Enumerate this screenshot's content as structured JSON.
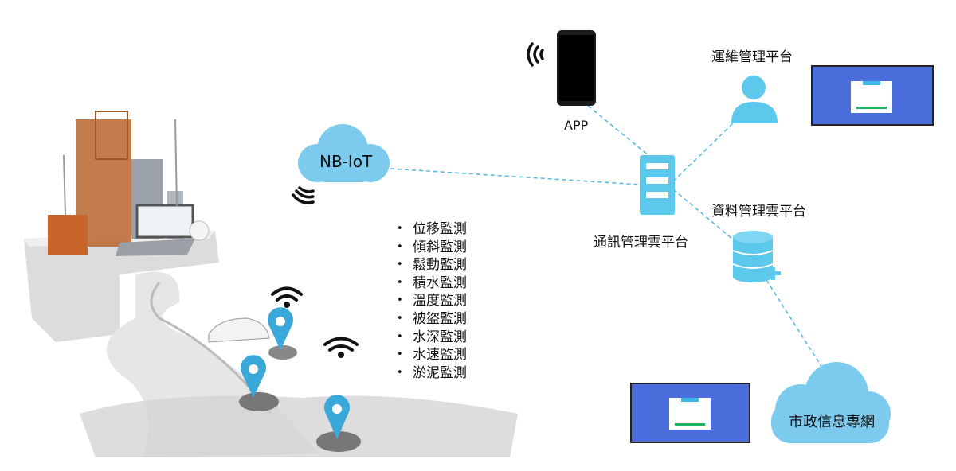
{
  "nodes": {
    "nbiot": "NB-IoT",
    "app": "APP",
    "ops_platform": "運維管理平台",
    "comm_platform": "通訊管理雲平台",
    "data_platform": "資料管理雲平台",
    "city_network": "市政信息專網"
  },
  "monitoring_items": [
    "位移監測",
    "傾斜監測",
    "鬆動監測",
    "積水監測",
    "溫度監測",
    "被盜監測",
    "水深監測",
    "水速監測",
    "淤泥監測"
  ],
  "colors": {
    "accent": "#5bc8ec",
    "cloud": "#7ccbef",
    "screen": "#4a6fdc",
    "dash": "#4fb8e0"
  }
}
